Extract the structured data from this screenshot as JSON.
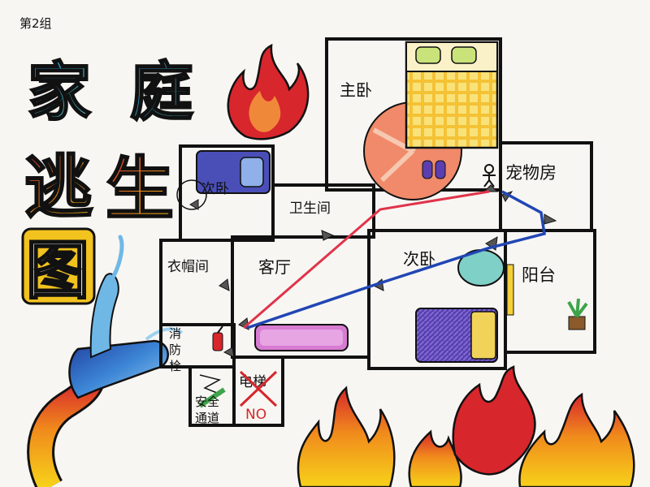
{
  "group_label": "第2组",
  "title": {
    "line1": [
      "家",
      "庭"
    ],
    "line2": [
      "逃",
      "生"
    ],
    "line3": [
      "图"
    ]
  },
  "rooms": {
    "master_bedroom": "主卧",
    "second_bedroom_top": "次卧",
    "bathroom": "卫生间",
    "pet_room": "宠物房",
    "cloakroom": "衣帽间",
    "living_room": "客厅",
    "second_bedroom": "次卧",
    "balcony": "阳台",
    "hydrant": [
      "消",
      "防",
      "栓"
    ],
    "exit": [
      "安全",
      "通道"
    ],
    "elevator": "电梯",
    "elevator_no": "NO"
  },
  "colors": {
    "red_route": "#e0344a",
    "blue_route": "#2146b4",
    "wall": "#111111",
    "flame_red": "#d7262c",
    "flame_orange": "#f08a1c",
    "flame_yellow": "#f7d21a"
  }
}
